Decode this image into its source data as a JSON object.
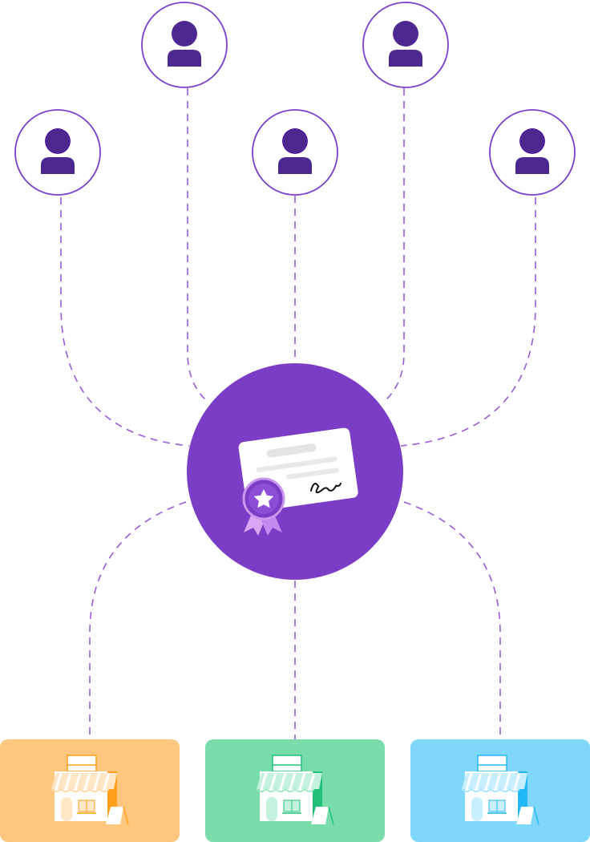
{
  "colors": {
    "purple": "#7b3cc6",
    "purple_dark": "#4e2891",
    "user_ring": "#7b3fcf",
    "dash": "#9b5bd9",
    "store_orange": "#ffc77e",
    "store_green": "#79dcab",
    "store_blue": "#7fd8fb"
  },
  "users": [
    {
      "id": "user-1",
      "icon": "user-icon"
    },
    {
      "id": "user-2",
      "icon": "user-icon"
    },
    {
      "id": "user-3",
      "icon": "user-icon"
    },
    {
      "id": "user-4",
      "icon": "user-icon"
    },
    {
      "id": "user-5",
      "icon": "user-icon"
    }
  ],
  "hub": {
    "icon": "certificate-icon"
  },
  "stores": [
    {
      "id": "store-orange",
      "icon": "storefront-icon",
      "color": "#ffc77e",
      "accent": "#ff9f1c"
    },
    {
      "id": "store-green",
      "icon": "storefront-icon",
      "color": "#79dcab",
      "accent": "#22c17a"
    },
    {
      "id": "store-blue",
      "icon": "storefront-icon",
      "color": "#7fd8fb",
      "accent": "#22b8f5"
    }
  ]
}
